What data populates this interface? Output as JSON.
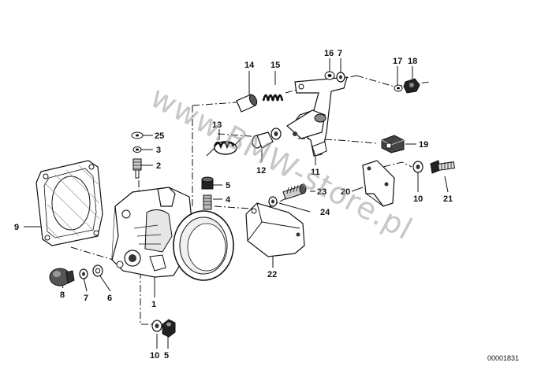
{
  "diagram": {
    "watermark": "www.BMW-store.pl",
    "reference_code": "00001831",
    "callouts": [
      {
        "id": "c14",
        "label": "14"
      },
      {
        "id": "c15",
        "label": "15"
      },
      {
        "id": "c16",
        "label": "16"
      },
      {
        "id": "c7a",
        "label": "7"
      },
      {
        "id": "c17",
        "label": "17"
      },
      {
        "id": "c18",
        "label": "18"
      },
      {
        "id": "c25",
        "label": "25"
      },
      {
        "id": "c13",
        "label": "13"
      },
      {
        "id": "c3",
        "label": "3"
      },
      {
        "id": "c2",
        "label": "2"
      },
      {
        "id": "c12",
        "label": "12"
      },
      {
        "id": "c19",
        "label": "19"
      },
      {
        "id": "c11",
        "label": "11"
      },
      {
        "id": "c5a",
        "label": "5"
      },
      {
        "id": "c4",
        "label": "4"
      },
      {
        "id": "c23",
        "label": "23"
      },
      {
        "id": "c20",
        "label": "20"
      },
      {
        "id": "c10a",
        "label": "10"
      },
      {
        "id": "c21",
        "label": "21"
      },
      {
        "id": "c24",
        "label": "24"
      },
      {
        "id": "c9",
        "label": "9"
      },
      {
        "id": "c22",
        "label": "22"
      },
      {
        "id": "c8",
        "label": "8"
      },
      {
        "id": "c7b",
        "label": "7"
      },
      {
        "id": "c6",
        "label": "6"
      },
      {
        "id": "c1",
        "label": "1"
      },
      {
        "id": "c10b",
        "label": "10"
      },
      {
        "id": "c5b",
        "label": "5"
      }
    ]
  }
}
